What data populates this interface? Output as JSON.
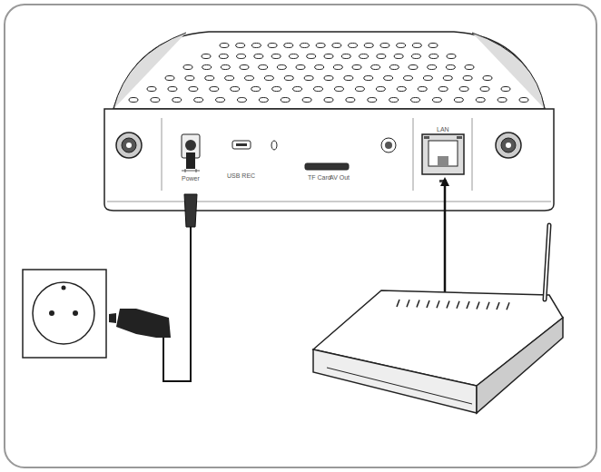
{
  "diagram": {
    "labels": [
      "Power",
      "USB REC",
      "TF Card",
      "AV Out",
      "LAN"
    ]
  }
}
